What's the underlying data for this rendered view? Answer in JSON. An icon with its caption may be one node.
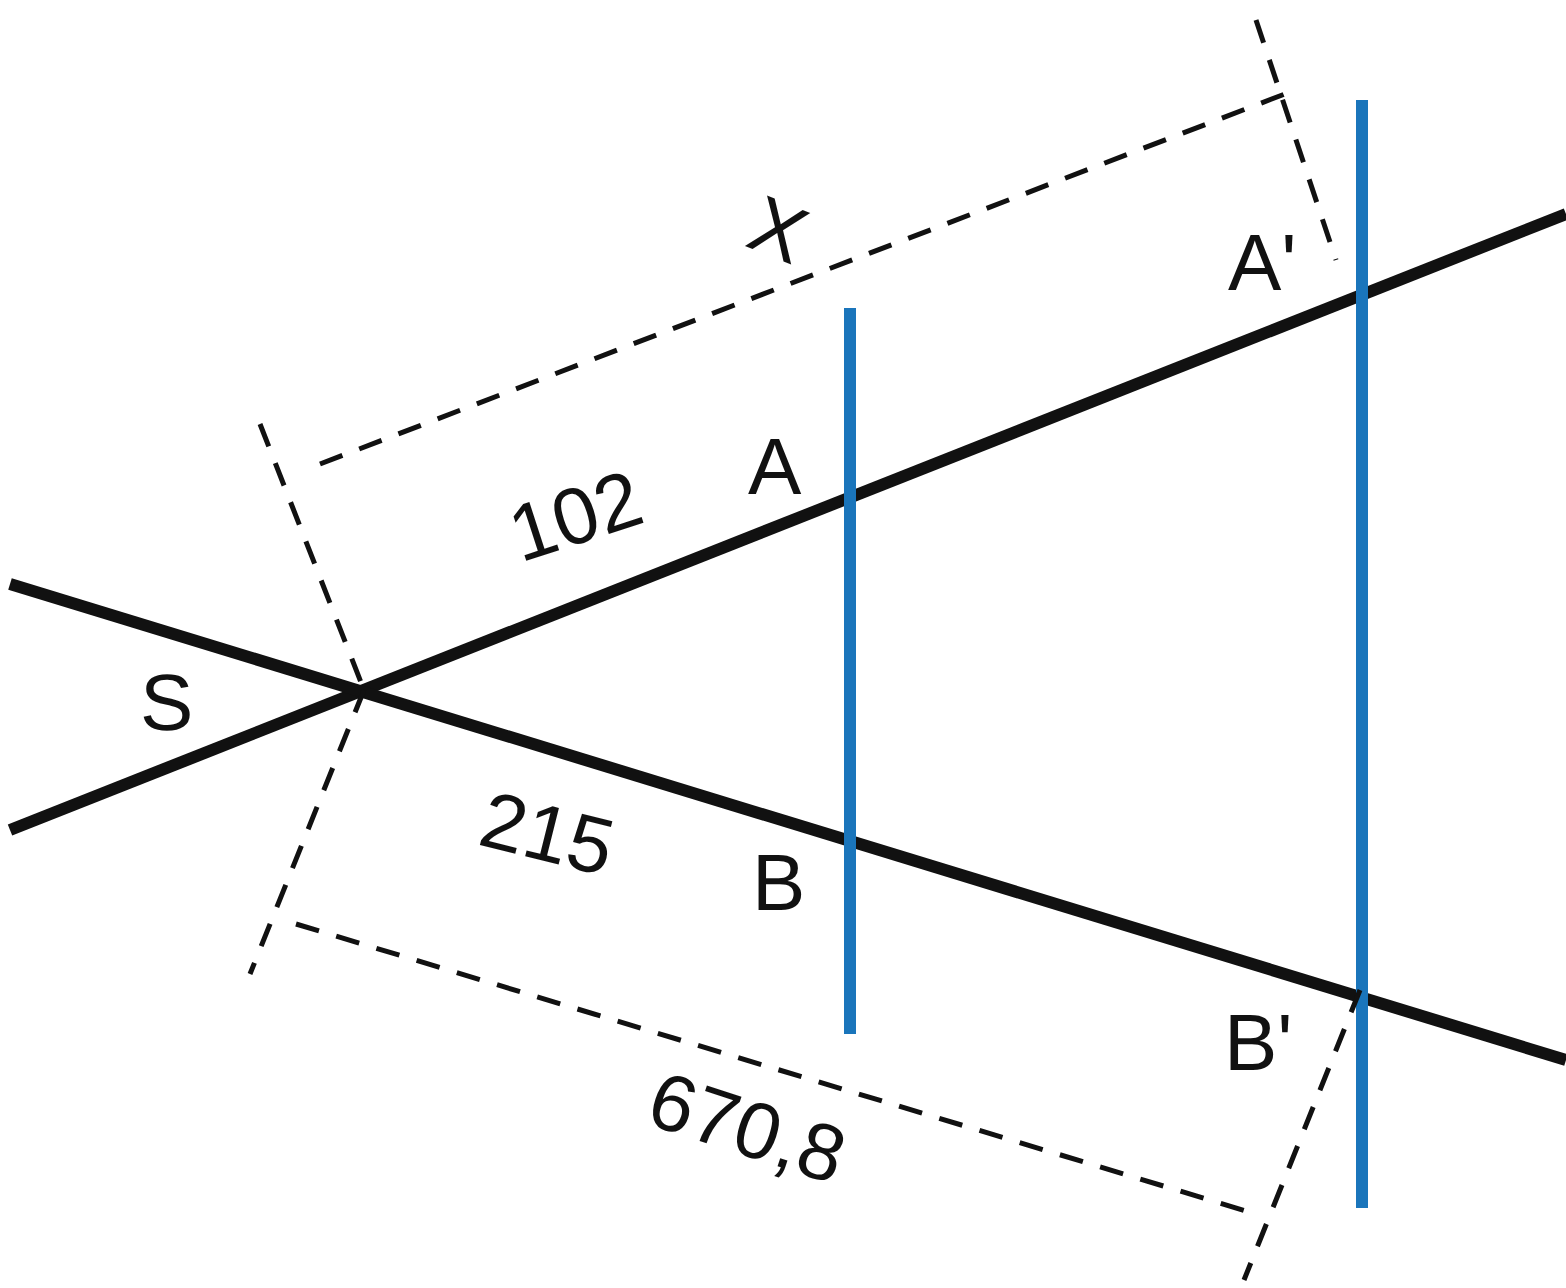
{
  "diagram": {
    "labels": [
      "X",
      "A'",
      "A",
      "102",
      "S",
      "215",
      "B",
      "B'",
      "670,8"
    ]
  }
}
